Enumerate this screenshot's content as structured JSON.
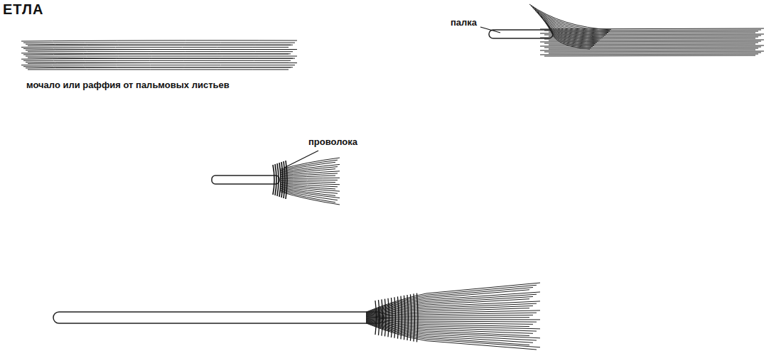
{
  "diagram": {
    "title": "ЕТЛА",
    "labels": [
      "мочало или раффия от пальмовых листьев",
      "палка",
      "проволока"
    ]
  }
}
